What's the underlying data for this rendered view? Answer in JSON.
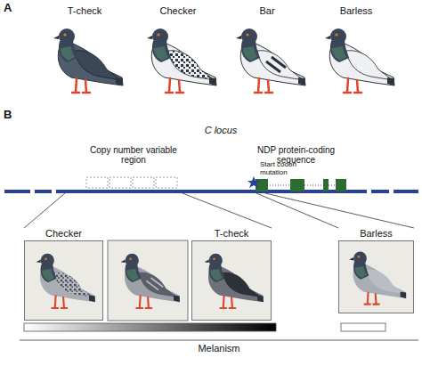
{
  "diagram": {
    "nodes": [
      {
        "text": [
          "Checker"
        ]
      },
      {
        "text": [
          "T-check"
        ]
      },
      {
        "text": [
          "Barless"
        ]
      }
    ],
    "labels": [
      "A",
      "T-check",
      "Checker",
      "Bar",
      "Barless",
      "B",
      "C locus",
      "Copy number variable region",
      "NDP protein-coding sequence",
      "Start codon mutation",
      "Melanism"
    ]
  }
}
